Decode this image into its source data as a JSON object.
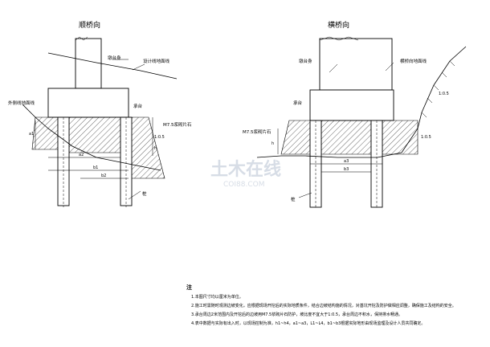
{
  "left": {
    "title": "顺桥向",
    "labels": {
      "abutment_body": "墩台身",
      "design_line": "设计线地面线",
      "outer_line": "外侧线地面线",
      "cap": "承台",
      "masonry": "M7.5浆砌片石",
      "pile": "桩"
    },
    "dims": {
      "slope": "1:0.5",
      "a1": "a1",
      "a2": "a2",
      "b1": "b1",
      "b2": "b2",
      "h": "h"
    }
  },
  "right": {
    "title": "横桥向",
    "labels": {
      "abutment_body": "墩台身",
      "cross_line": "横桥向地面线",
      "cap": "承台",
      "masonry": "M7.5浆砌片石",
      "pile": "桩",
      "slope": "1:0.5"
    },
    "dims": {
      "slope": "1:0.5",
      "a3": "a3",
      "b3": "b3",
      "h": "h"
    }
  },
  "watermark": {
    "main": "土木在线",
    "sub": "COI88.COM"
  },
  "notes": {
    "heading": "注",
    "items": [
      "1.本图尺寸均以厘米为单位。",
      "2.施工时需随时观测边坡变化，应根据现场开挖后的实际地质条件，结合边坡结构施的情况，对基坑开挖及防护做相应调整，确保施工及结构的安全。",
      "3.承台周边2米范围内及开挖后的边坡用M7.5浆砌片石防护，坡比度不宜大于1:0.5，承台周边不积水，保持排水畅通。",
      "4.表中数据与实际有出入时，以现场控制为准，h1~h4，a1~a3，L1~L4，b1~b3根据实际地形由现场监理及设计人员共同确定。"
    ]
  }
}
